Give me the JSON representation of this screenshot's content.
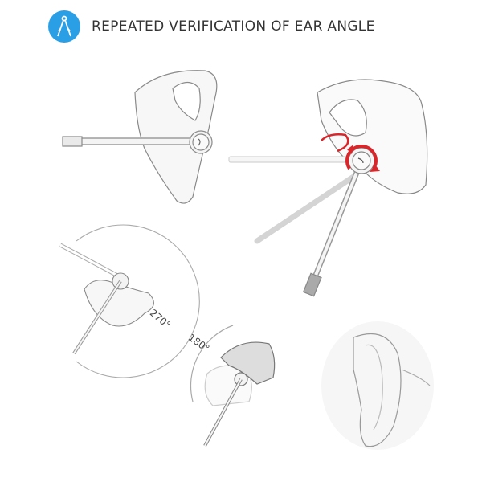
{
  "header": {
    "icon": "drafting-compass-icon",
    "icon_color": "#2b9fe6",
    "title": "REPEATED VERIFICATION OF EAR ANGLE"
  },
  "illustrations": [
    {
      "name": "headset-side-view",
      "description": "Headset with horizontal boom microphone"
    },
    {
      "name": "headset-rotation",
      "description": "Headset showing boom rotation with red rotation arrows",
      "accent_color": "#d9262b"
    },
    {
      "name": "headset-270-rotation",
      "angle_label": "270°"
    },
    {
      "name": "headset-180-rotation",
      "angle_label": "180°"
    },
    {
      "name": "ear-sketch",
      "description": "Pencil sketch of ear wearing headset"
    }
  ],
  "angles": {
    "a270": "270°",
    "a180": "180°"
  }
}
